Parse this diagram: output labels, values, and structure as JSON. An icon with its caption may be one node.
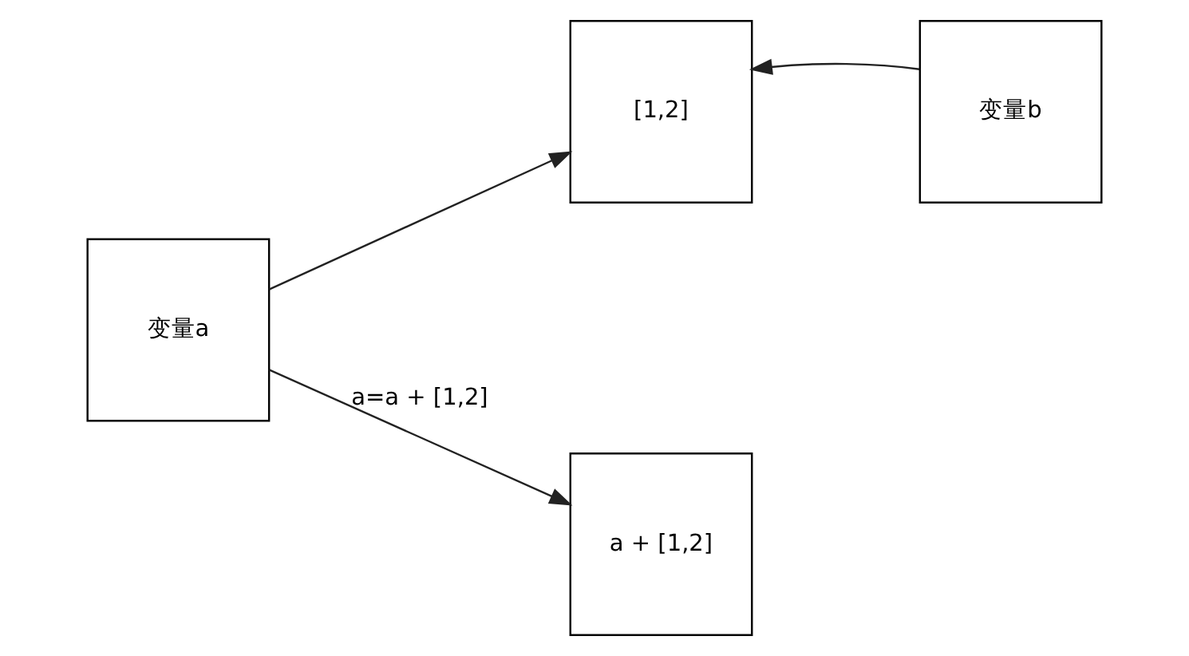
{
  "diagram": {
    "nodes": [
      {
        "text": [
          "变量a"
        ]
      },
      {
        "text": [
          "[1,2]"
        ]
      },
      {
        "text": [
          "变量b"
        ]
      },
      {
        "text": [
          "a + [1,2]"
        ]
      }
    ],
    "edges": [
      {
        "from": 0,
        "to": 1,
        "arrow": "to"
      },
      {
        "from": 2,
        "to": 1,
        "arrow": "to"
      },
      {
        "from": 0,
        "to": 3,
        "arrow": "to",
        "label": "a=a + [1,2]"
      }
    ]
  }
}
